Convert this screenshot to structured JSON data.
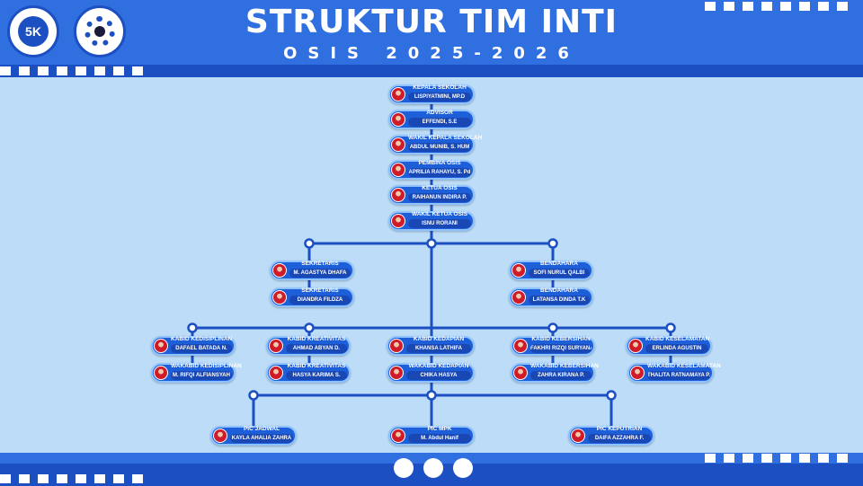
{
  "header": {
    "title": "STRUKTUR TIM INTI",
    "subtitle": "OSIS 2025-2026"
  },
  "logos": {
    "left": "5K",
    "right": ""
  },
  "nodes": {
    "kepsek": {
      "role": "KEPALA SEKOLAH",
      "name": "LISPIYATMINI, MP.D"
    },
    "advisor": {
      "role": "ADVISOR",
      "name": "EFFENDI, S.E"
    },
    "wakasek": {
      "role": "WAKIL KEPALA SEKOLAH",
      "name": "ABDUL MUNIB, S. HUM"
    },
    "pembina": {
      "role": "PEMBINA OSIS",
      "name": "APRILIA RAHAYU, S. Pd"
    },
    "ketua": {
      "role": "KETUA OSIS",
      "name": "RAIHANUN INDIRA P."
    },
    "wakil": {
      "role": "WAKIL KETUA OSIS",
      "name": "ISNU RORANI"
    },
    "sekre1": {
      "role": "SEKRETARIS",
      "name": "M. AGASTYA DHAFA"
    },
    "sekre2": {
      "role": "SEKRETARIS",
      "name": "DIANDRA FILDZA"
    },
    "benda1": {
      "role": "BENDAHARA",
      "name": "SOFI NURUL QALBI"
    },
    "benda2": {
      "role": "BENDAHARA",
      "name": "LATANSA DINDA T.K"
    },
    "kabid_disiplin": {
      "role": "KABID KEDISIPLINAN",
      "name": "DAFAEL BATADA N."
    },
    "wakabid_disiplin": {
      "role": "WAKABID KEDISIPLINAN",
      "name": "M. RIFQI ALFIANSYAH"
    },
    "kabid_kreatif": {
      "role": "KABID KREATIVITAS",
      "name": "AHMAD ABYAN D."
    },
    "wakabid_kreatif": {
      "role": "KABID KREATIVITAS",
      "name": "HASYA KARIMA S."
    },
    "kabid_kedapian": {
      "role": "KABID KEDAPIAN",
      "name": "KHANSA LATHIFA"
    },
    "wakabid_kedapian": {
      "role": "WAKABID KEDAPIAN",
      "name": "CHIKA HASYA"
    },
    "kabid_kebersihan": {
      "role": "KABID KEBERSIHAN",
      "name": "FAKHRI RIZQI SURYANA"
    },
    "wakabid_kebersihan": {
      "role": "WAKABID KEBERSIHAN",
      "name": "ZAHRA KIRANA P."
    },
    "kabid_keselamatan": {
      "role": "KABID KESELAMATAN",
      "name": "ERLINDA AGUSTIN"
    },
    "wakabid_keselamatan": {
      "role": "WAKABID KESELAMATAN",
      "name": "THALITA RATNAMAYA P."
    },
    "pic_jadwal": {
      "role": "PIC JADWAL",
      "name": "KAYLA AHALIA ZAHRA"
    },
    "pic_mpk": {
      "role": "PIC MPK",
      "name": "M. Abdul Hanif"
    },
    "pic_keputrian": {
      "role": "PIC KEPUTRIAN",
      "name": "DAIFA AZZAHRA F."
    }
  },
  "colors": {
    "background": "#bcdcf7",
    "primary": "#2f6fe0",
    "dark": "#1c4fc2",
    "line": "#1c4fc2"
  }
}
